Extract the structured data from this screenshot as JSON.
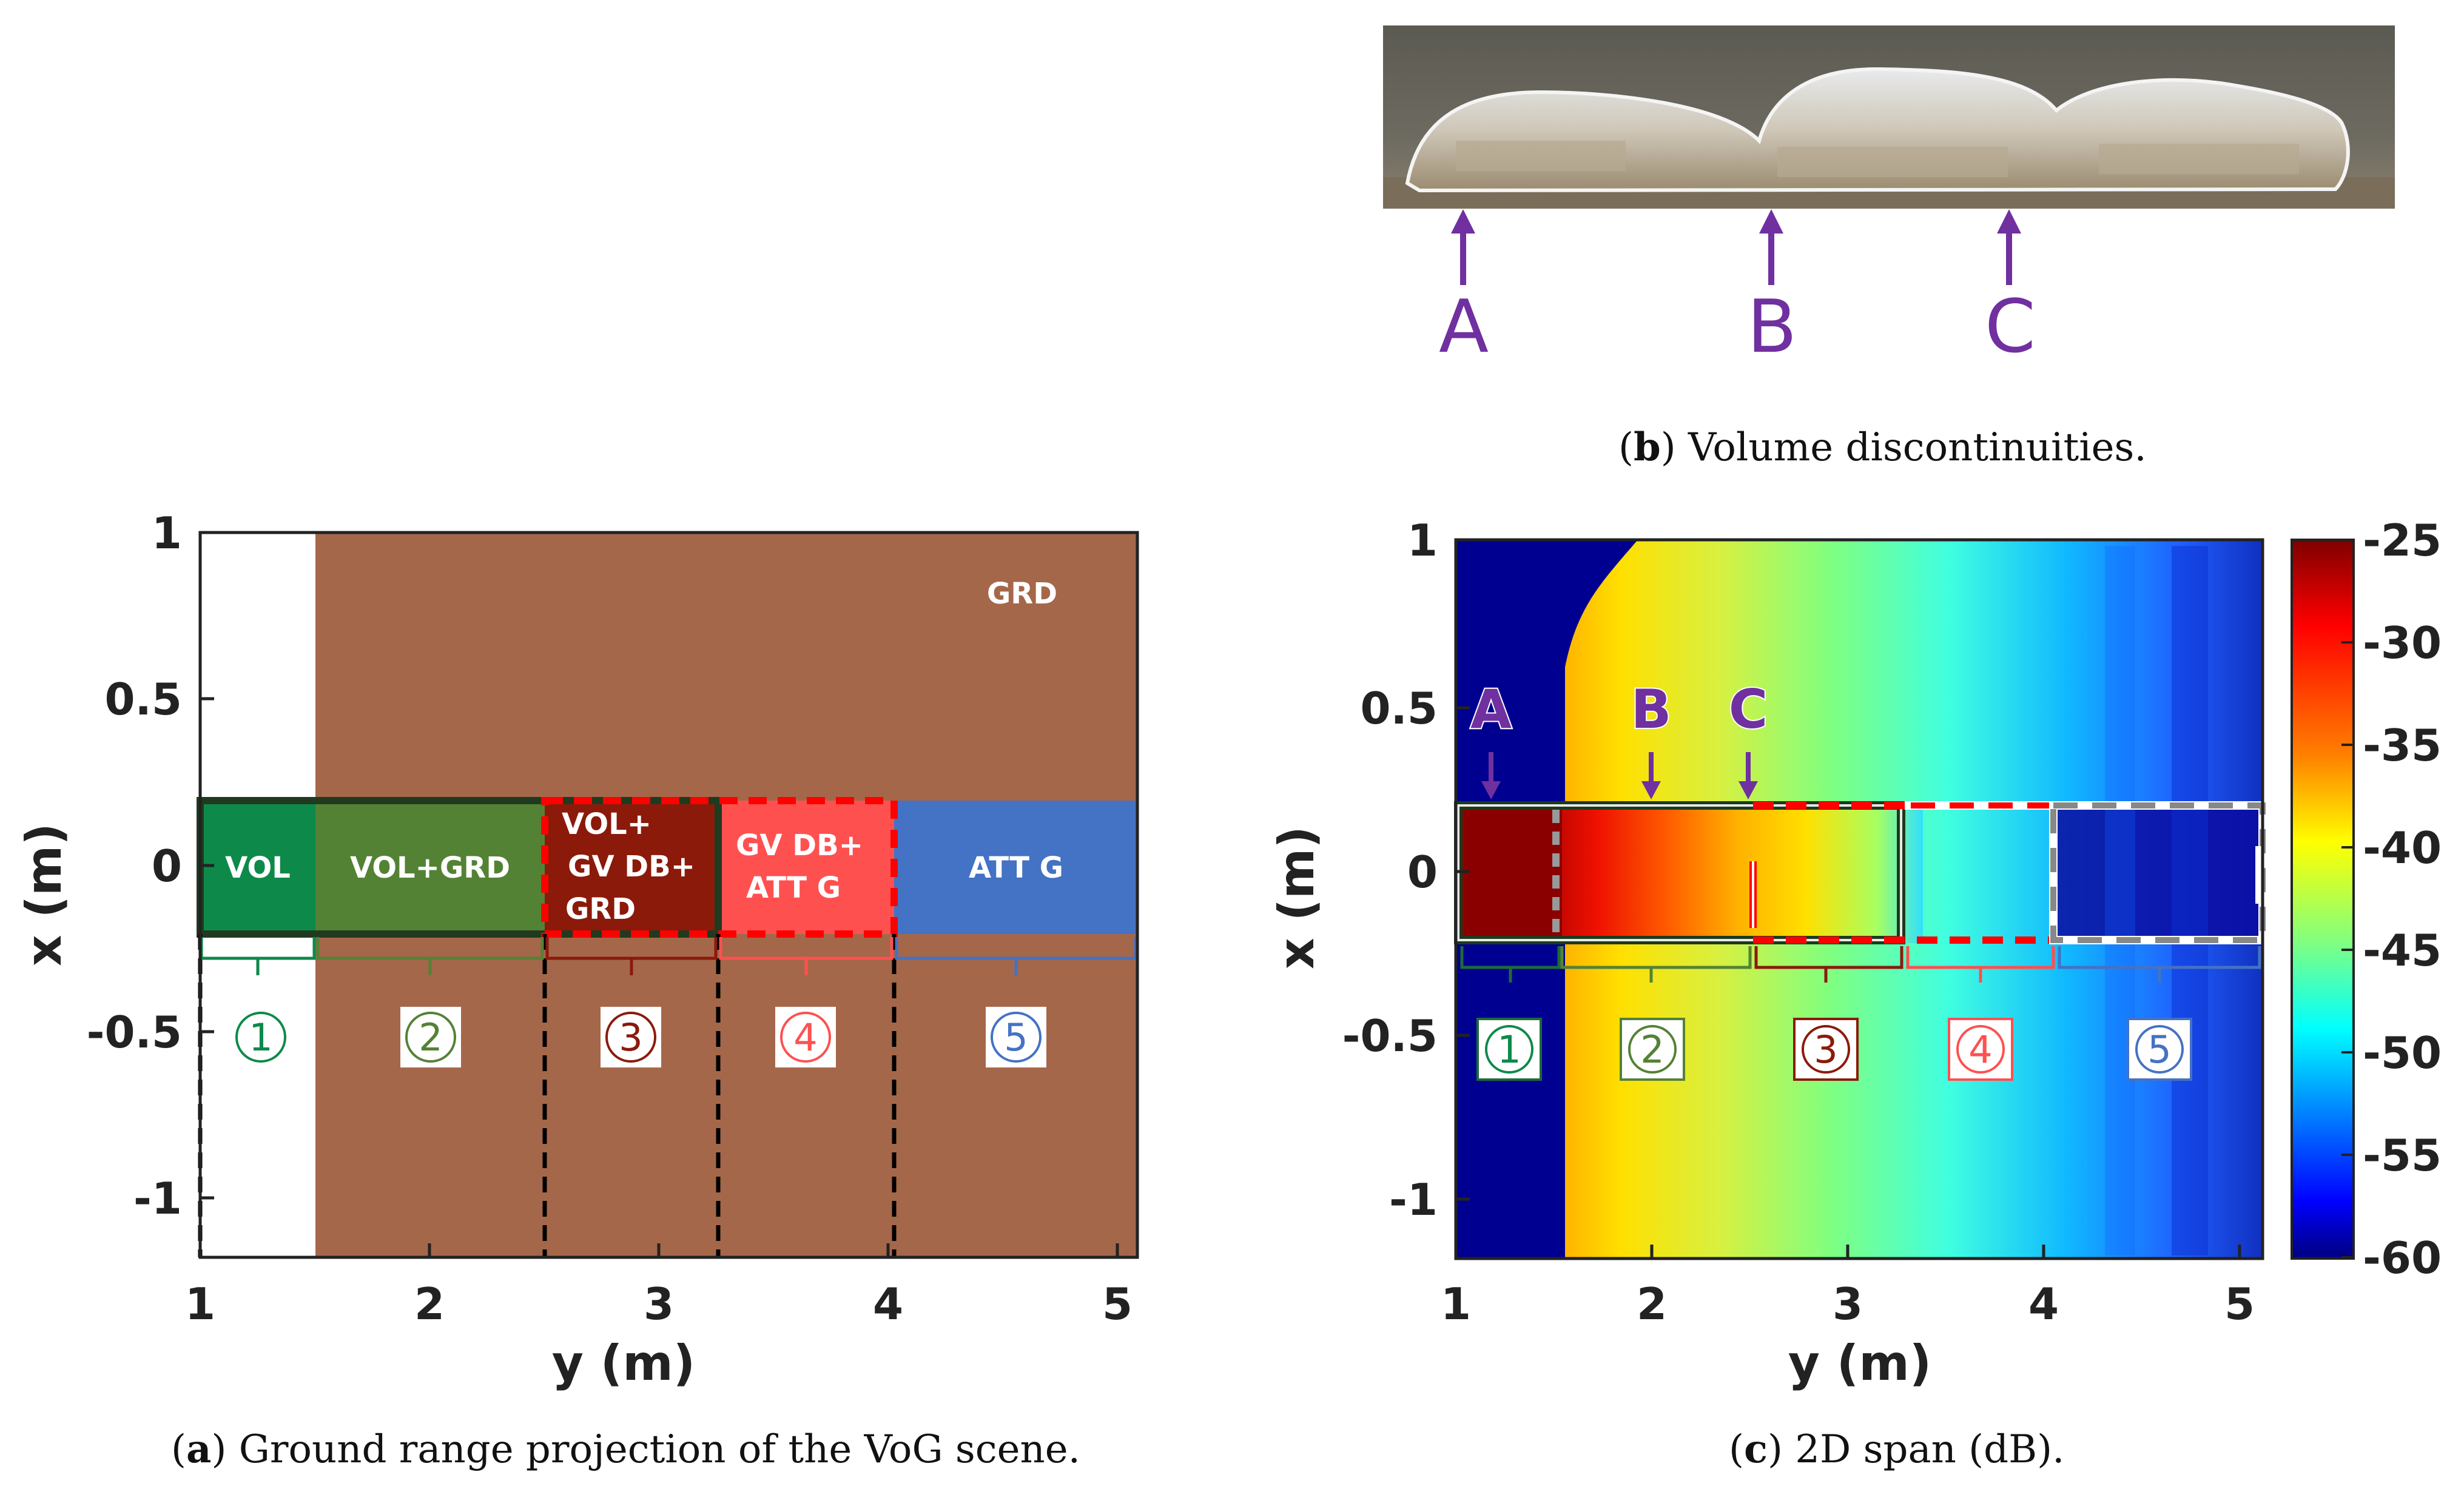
{
  "panel_a": {
    "caption_letter": "a",
    "caption_text": "Ground range projection of the VoG scene.",
    "xlabel": "y (m)",
    "ylabel": "x (m)",
    "xticks": [
      "1",
      "2",
      "3",
      "4",
      "5"
    ],
    "yticks": [
      "1",
      "0.5",
      "0",
      "-0.5",
      "-1"
    ],
    "background_label": "GRD",
    "regions": [
      {
        "label_lines": [
          "VOL"
        ],
        "color": "#0d8a4a"
      },
      {
        "label_lines": [
          "VOL+GRD"
        ],
        "color": "#548235"
      },
      {
        "label_lines": [
          "VOL+",
          "GV DB+",
          "GRD"
        ],
        "color": "#8b1a0b"
      },
      {
        "label_lines": [
          "GV DB+",
          "ATT G"
        ],
        "color": "#ff5050"
      },
      {
        "label_lines": [
          "ATT G"
        ],
        "color": "#4472c4"
      }
    ],
    "zone_numbers": [
      "1",
      "2",
      "3",
      "4",
      "5"
    ],
    "zone_colors": [
      "#0d8a4a",
      "#548235",
      "#8b1a0b",
      "#ff5050",
      "#4472c4"
    ]
  },
  "panel_b": {
    "caption_letter": "b",
    "caption_text": "Volume discontinuities.",
    "arrow_labels": [
      "A",
      "B",
      "C"
    ],
    "arrow_color": "#7030a0"
  },
  "panel_c": {
    "caption_letter": "c",
    "caption_text": "2D span (dB).",
    "xlabel": "y (m)",
    "ylabel": "x (m)",
    "xticks": [
      "1",
      "2",
      "3",
      "4",
      "5"
    ],
    "yticks": [
      "1",
      "0.5",
      "0",
      "-0.5",
      "-1"
    ],
    "colorbar_ticks": [
      "-25",
      "-30",
      "-35",
      "-40",
      "-45",
      "-50",
      "-55",
      "-60"
    ],
    "arrow_labels": [
      "A",
      "B",
      "C"
    ],
    "zone_numbers": [
      "1",
      "2",
      "3",
      "4",
      "5"
    ]
  },
  "chart_data": [
    {
      "type": "heatmap",
      "title": "",
      "xlabel": "y (m)",
      "ylabel": "x (m)",
      "xlim": [
        1,
        5.1
      ],
      "ylim": [
        -1.2,
        1
      ],
      "background": {
        "label": "GRD",
        "x_range": [
          1.5,
          5.1
        ]
      },
      "regions": [
        {
          "label": "VOL",
          "x_range": [
            1.0,
            1.5
          ],
          "y_range": [
            -0.2,
            0.2
          ],
          "zone": 1
        },
        {
          "label": "VOL+GRD",
          "x_range": [
            1.5,
            2.5
          ],
          "y_range": [
            -0.2,
            0.2
          ],
          "zone": 2
        },
        {
          "label": "VOL+ GV DB+ GRD",
          "x_range": [
            2.5,
            3.25
          ],
          "y_range": [
            -0.2,
            0.2
          ],
          "zone": 3
        },
        {
          "label": "GV DB+ ATT G",
          "x_range": [
            3.25,
            4.02
          ],
          "y_range": [
            -0.2,
            0.2
          ],
          "zone": 4
        },
        {
          "label": "ATT G",
          "x_range": [
            4.02,
            5.1
          ],
          "y_range": [
            -0.2,
            0.2
          ],
          "zone": 5
        }
      ]
    },
    {
      "type": "heatmap",
      "title": "",
      "xlabel": "y (m)",
      "ylabel": "x (m)",
      "xlim": [
        1,
        5.1
      ],
      "ylim": [
        -1.2,
        1
      ],
      "colorbar_range": [
        -60,
        -25
      ],
      "markers": [
        {
          "label": "A",
          "y": 1.2
        },
        {
          "label": "B",
          "y": 2.0
        },
        {
          "label": "C",
          "y": 2.5
        }
      ],
      "zones": [
        1,
        2,
        3,
        4,
        5
      ]
    }
  ]
}
